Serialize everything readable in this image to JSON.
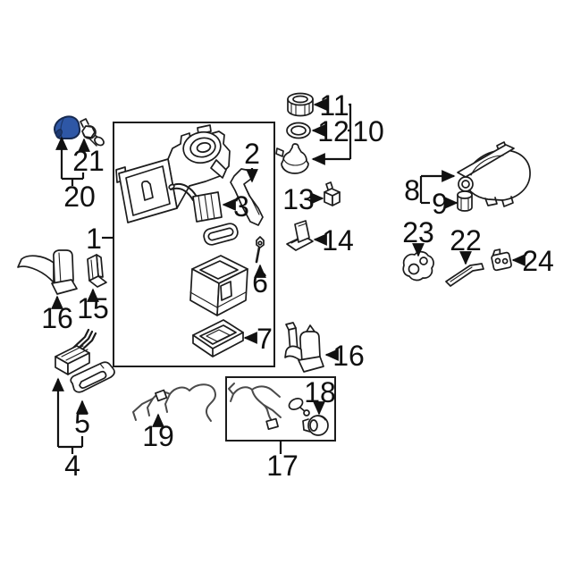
{
  "diagram": {
    "type": "exploded-parts-diagram",
    "subject": "HVAC evaporator and heater housing assembly",
    "background_color": "#ffffff",
    "line_color": "#1c1c1c",
    "highlight_color": "#2e57a6",
    "highlighted_callout": "20",
    "callouts": [
      {
        "label": "1",
        "part": "evaporator-and-blower-housing-assembly"
      },
      {
        "label": "2",
        "part": "side-duct-bracket"
      },
      {
        "label": "3",
        "part": "heater-core"
      },
      {
        "label": "4",
        "part": "connector-and-cover-group"
      },
      {
        "label": "5",
        "part": "access-cover"
      },
      {
        "label": "6",
        "part": "thermistor-probe"
      },
      {
        "label": "7",
        "part": "lower-case-tray"
      },
      {
        "label": "8",
        "part": "upper-inlet-case"
      },
      {
        "label": "9",
        "part": "inlet-fitting"
      },
      {
        "label": "10",
        "part": "blower-motor-assembly"
      },
      {
        "label": "11",
        "part": "motor-cooling-cap"
      },
      {
        "label": "12",
        "part": "motor-seal-o-ring"
      },
      {
        "label": "13",
        "part": "mounting-clip"
      },
      {
        "label": "14",
        "part": "small-bracket"
      },
      {
        "label": "15",
        "part": "corner-clip"
      },
      {
        "label": "16",
        "part": "support-bracket-left"
      },
      {
        "label": "16",
        "part": "support-bracket-right"
      },
      {
        "label": "17",
        "part": "wiring-harness-assembly"
      },
      {
        "label": "18",
        "part": "harness-grommet"
      },
      {
        "label": "19",
        "part": "wiring-harness-pigtail"
      },
      {
        "label": "20",
        "part": "heater-hose-elbow-group-highlighted"
      },
      {
        "label": "21",
        "part": "temperature-sensor"
      },
      {
        "label": "22",
        "part": "flat-mounting-strip"
      },
      {
        "label": "23",
        "part": "double-hole-grommet"
      },
      {
        "label": "24",
        "part": "double-hole-clip"
      }
    ]
  }
}
